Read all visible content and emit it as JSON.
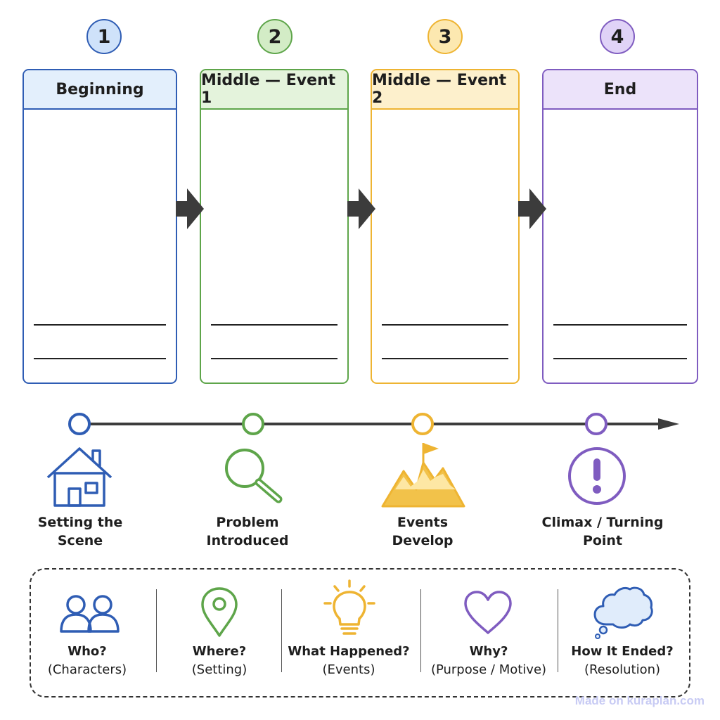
{
  "steps": [
    {
      "number": "1",
      "title": "Beginning",
      "stage": [
        "Setting the",
        "Scene"
      ]
    },
    {
      "number": "2",
      "title": "Middle — Event 1",
      "stage": [
        "Problem",
        "Introduced"
      ]
    },
    {
      "number": "3",
      "title": "Middle — Event 2",
      "stage": [
        "Events",
        "Develop"
      ]
    },
    {
      "number": "4",
      "title": "End",
      "stage": [
        "Climax / Turning",
        "Point"
      ]
    }
  ],
  "questions": [
    {
      "q": "Who?",
      "hint": "(Characters)"
    },
    {
      "q": "Where?",
      "hint": "(Setting)"
    },
    {
      "q": "What Happened?",
      "hint": "(Events)"
    },
    {
      "q": "Why?",
      "hint": "(Purpose / Motive)"
    },
    {
      "q": "How It Ended?",
      "hint": "(Resolution)"
    }
  ],
  "footer": "Made on kuraplan.com",
  "colors": {
    "blue": "#2f5db4",
    "blue_fill": "#e3effc",
    "green": "#5ea54a",
    "green_fill": "#e4f3dc",
    "yellow": "#eeb432",
    "yellow_fill": "#fdf0cc",
    "purple": "#7f5cc0",
    "purple_fill": "#ece3fa",
    "arrow": "#3c3c3c"
  },
  "icons": [
    "house-icon",
    "magnifier-icon",
    "mountain-flag-icon",
    "exclamation-icon",
    "people-icon",
    "location-pin-icon",
    "lightbulb-icon",
    "heart-icon",
    "thought-cloud-icon"
  ]
}
